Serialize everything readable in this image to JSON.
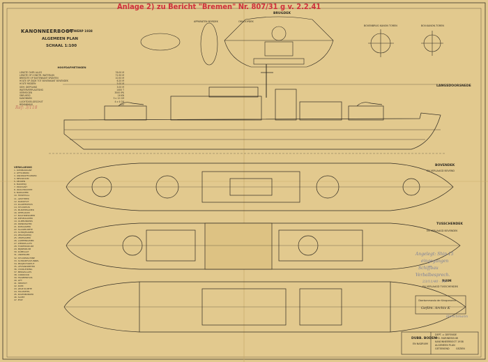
{
  "header": {
    "title": "KANONNEERBOOT",
    "title_note": "ONTWERP 1938",
    "subtitle": "ALGEMEEN PLAN",
    "scale": "SCHAAL 1:100",
    "stamp": "Anlage 2) zu Bericht \"Bremen\" Nr. 807/31 g v. 2.2.41"
  },
  "views": {
    "brug": "BRUGDEK",
    "brug_label_left": "APPARATEN BORDEK",
    "brug_label_mid": "OMLOOPDEK",
    "small1": "BOVENBRUG KANON TOREN",
    "small2": "BOV.KANON.TOREN",
    "profile": "LANGSDOORSNEDE",
    "bovendek": "BOVENDEK",
    "bovendek_sub": "EN VERLAAGD BOVEND",
    "tusschendek": "TUSSCHENDEK",
    "tusschendek_sub": "EN VERLAAGD BOVENDEK",
    "ruim": "RUIM",
    "ruim_sub": "EN VERLAAGD TUSSCHENDEK",
    "dubbele_bodem": "DUBB. BODEM",
    "dubbele_bodem_sub": "EN NADRUIM"
  },
  "spec": {
    "heading": "HOOFDAFMETINGEN",
    "rows": [
      {
        "k": "LENGTE OVER ALLES",
        "v": "76.00 M"
      },
      {
        "k": "LENGTE OP CONSTR. WATERLIJN",
        "v": "72.90 M"
      },
      {
        "k": "BREEDTE OP BUITENKANT SPANTEN",
        "v": "10.50 M"
      },
      {
        "k": "HOLTE OP ZIJDE TOT BOVENKANT BOVENDEK",
        "v": "6.20 M"
      },
      {
        "k": "HOLTE MIDDEN",
        "v": "5.00 M"
      },
      {
        "k": "GEM. DIEPGANG",
        "v": "3.00 M"
      },
      {
        "k": "WATERVERPLAATSING",
        "v": "1400 T"
      },
      {
        "k": "VERMOGEN",
        "v": "3500 IPK"
      },
      {
        "k": "SNELHEID",
        "v": "16 KN"
      },
      {
        "k": "KANONNEN",
        "v": "3 x 12 CM"
      },
      {
        "k": "LUCHTDOELGESCHUT",
        "v": "4 x 4 CM"
      },
      {
        "k": "BEMANNING",
        "v": "155"
      }
    ]
  },
  "legend": {
    "heading": "VERKLARING",
    "rows": [
      "1. KOMMANDANT",
      "2. OFFICIEREN",
      "3. ONDEROFFICIEREN",
      "4. MESSROOM",
      "5. KEUKEN",
      "6. BAKKERIJ",
      "7. PROVIANT",
      "8. WASCHRUIMTE",
      "9. BADKAMER",
      "10. HOSPITAAL",
      "11. APOTHEEK",
      "12. RADIOHUT",
      "13. KAARTENHUIS",
      "14. STUURHUIS",
      "15. MUNITIEKAMER",
      "16. KETELRUIM",
      "17. MACHINEKAMER",
      "18. DIESELKAMER",
      "19. OLIEBUNKERS",
      "20. DRINKWATER",
      "21. KOELKAMER",
      "22. SLAAPRUIMTE",
      "23. SCHRIJFKAMER",
      "24. ZEILMAKERIJ",
      "25. VERFKAMER",
      "26. LAMPENKAMER",
      "27. WERKPLAATS",
      "28. TORPEDORUIM",
      "29. MIJNENRUIM",
      "30. KABELGAT",
      "31. ANKERLIER",
      "32. STUURMACHINE",
      "33. SCHROEFASTUNNEL",
      "34. PROJECTORHUT",
      "35. AFSTANDMETER",
      "36. VUURLEIDING",
      "37. BERGPLAATS",
      "38. CORRIDOR",
      "39. TRAPPENHUIS",
      "40. LIFT",
      "41. SEINHUT",
      "42. RUIM",
      "43. LEGE RUIMTE",
      "44. HULPKETEL",
      "45. KOLENBUNKER",
      "46. SLOEP",
      "47. ETAT"
    ]
  },
  "annotations": {
    "hand_stamp": "Ref: 3/118",
    "hand_note1": "Angelegt: Ship 15",
    "hand_note2": "eingegangen",
    "hand_note3": "Schiffbau",
    "hand_note4": "Verbalbesprech.",
    "hand_note5": "23/11/40 - 10.",
    "pencil_box1": "Oberkommando der Kriegsmarine",
    "pencil_box2": "Gefilm. Archiv K",
    "signature": "Hirschmann"
  },
  "title_block": {
    "line1": "DEPT. v. DEFENSIE",
    "line2": "AFD. MARINEBOUW",
    "line3": "KANONNEERBOOT 1938",
    "line4": "ALGEMEEN PLAN",
    "line5": "GETEEKEND",
    "line6": "GEZIEN"
  }
}
